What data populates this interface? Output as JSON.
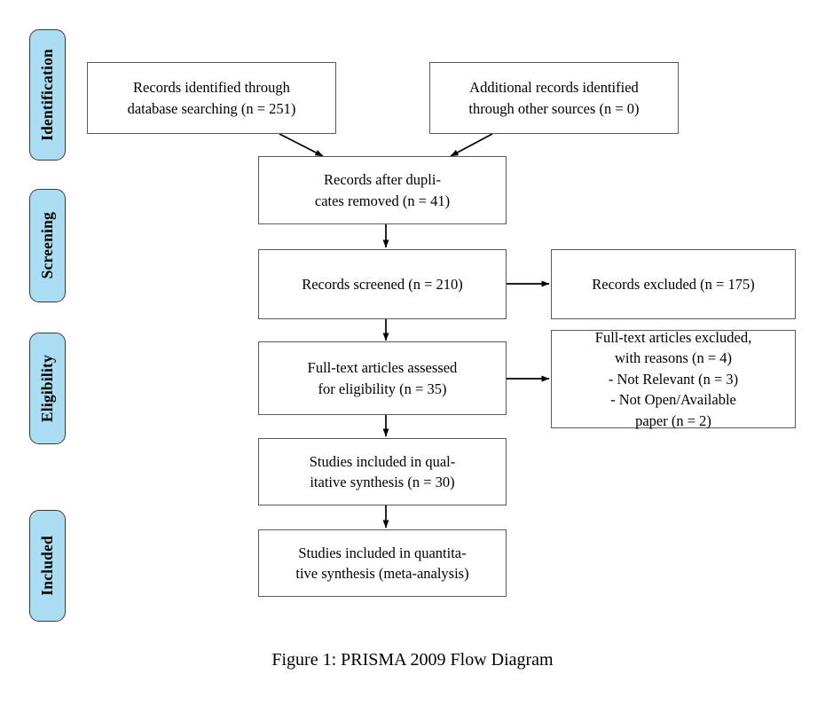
{
  "figure": {
    "caption": "Figure 1: PRISMA 2009 Flow Diagram",
    "background_color": "#ffffff",
    "box_border_color": "#5a5a5a",
    "connector_color": "#000000"
  },
  "stages": [
    {
      "id": "identification",
      "label": "Identification",
      "color": "#ABDDF2",
      "border_color": "#3a3a3a"
    },
    {
      "id": "screening",
      "label": "Screening",
      "color": "#ABDDF2",
      "border_color": "#3a3a3a"
    },
    {
      "id": "eligibility",
      "label": "Eligibility",
      "color": "#ABDDF2",
      "border_color": "#3a3a3a"
    },
    {
      "id": "included",
      "label": "Included",
      "color": "#ABDDF2",
      "border_color": "#3a3a3a"
    }
  ],
  "boxes": {
    "records_identified_database": {
      "text": "Records identified through\ndatabase searching (n = 251)",
      "count": 251,
      "stage": "identification"
    },
    "additional_records_other_sources": {
      "text": "Additional records identified\nthrough other sources (n = 0)",
      "count": 0,
      "stage": "identification"
    },
    "records_after_duplicates": {
      "text": "Records after dupli-\ncates removed (n = 41)",
      "count": 41,
      "stage": "screening"
    },
    "records_screened": {
      "text": "Records screened (n = 210)",
      "count": 210,
      "stage": "screening"
    },
    "records_excluded": {
      "text": "Records excluded (n = 175)",
      "count": 175,
      "stage": "screening"
    },
    "fulltext_assessed": {
      "text": "Full-text articles assessed\nfor eligibility (n = 35)",
      "count": 35,
      "stage": "eligibility"
    },
    "fulltext_excluded": {
      "text": "Full-text articles excluded,\nwith reasons (n = 4)\n- Not Relevant (n = 3)\n- Not Open/Available\npaper (n = 2)",
      "count": 4,
      "reasons": [
        {
          "label": "- Not Relevant (n = 3)",
          "count": 3
        },
        {
          "label": "- Not Open/Available paper (n = 2)",
          "count": 2
        }
      ],
      "stage": "eligibility"
    },
    "qualitative_synthesis": {
      "text": "Studies included in qual-\nitative synthesis (n = 30)",
      "count": 30,
      "stage": "included"
    },
    "quantitative_synthesis": {
      "text": "Studies included in quantita-\ntive synthesis (meta-analysis)",
      "count": null,
      "stage": "included"
    }
  },
  "chart_data": {
    "type": "diagram",
    "title": "Figure 1: PRISMA 2009 Flow Diagram",
    "nodes": [
      {
        "id": "records_identified_database",
        "label": "Records identified through database searching (n = 251)",
        "n": 251,
        "stage": "Identification"
      },
      {
        "id": "additional_records_other_sources",
        "label": "Additional records identified through other sources (n = 0)",
        "n": 0,
        "stage": "Identification"
      },
      {
        "id": "records_after_duplicates",
        "label": "Records after duplicates removed (n = 41)",
        "n": 41,
        "stage": "Screening"
      },
      {
        "id": "records_screened",
        "label": "Records screened (n = 210)",
        "n": 210,
        "stage": "Screening"
      },
      {
        "id": "records_excluded",
        "label": "Records excluded (n = 175)",
        "n": 175,
        "stage": "Screening"
      },
      {
        "id": "fulltext_assessed",
        "label": "Full-text articles assessed for eligibility (n = 35)",
        "n": 35,
        "stage": "Eligibility"
      },
      {
        "id": "fulltext_excluded",
        "label": "Full-text articles excluded, with reasons (n = 4)",
        "n": 4,
        "stage": "Eligibility"
      },
      {
        "id": "qualitative_synthesis",
        "label": "Studies included in qualitative synthesis (n = 30)",
        "n": 30,
        "stage": "Included"
      },
      {
        "id": "quantitative_synthesis",
        "label": "Studies included in quantitative synthesis (meta-analysis)",
        "n": null,
        "stage": "Included"
      }
    ],
    "edges": [
      {
        "from": "records_identified_database",
        "to": "records_after_duplicates"
      },
      {
        "from": "additional_records_other_sources",
        "to": "records_after_duplicates"
      },
      {
        "from": "records_after_duplicates",
        "to": "records_screened"
      },
      {
        "from": "records_screened",
        "to": "records_excluded"
      },
      {
        "from": "records_screened",
        "to": "fulltext_assessed"
      },
      {
        "from": "fulltext_assessed",
        "to": "fulltext_excluded"
      },
      {
        "from": "fulltext_assessed",
        "to": "qualitative_synthesis"
      },
      {
        "from": "qualitative_synthesis",
        "to": "quantitative_synthesis"
      }
    ]
  }
}
